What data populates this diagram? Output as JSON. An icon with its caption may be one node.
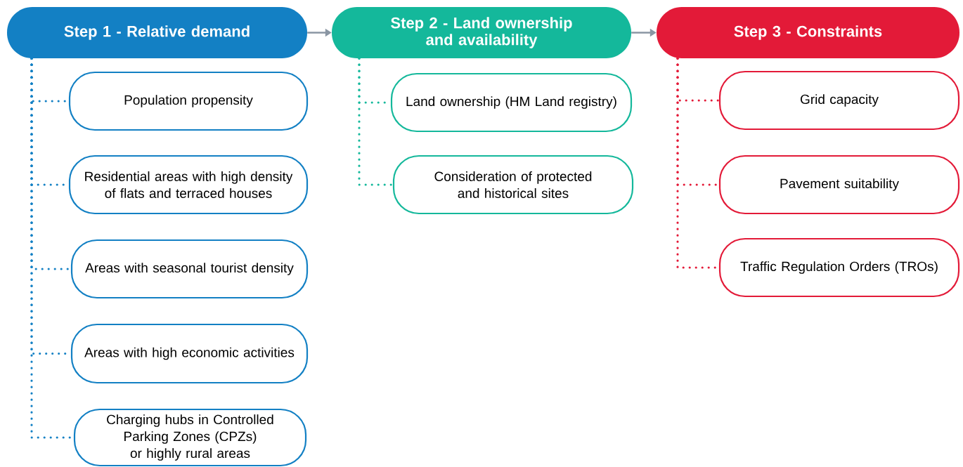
{
  "diagram": {
    "nodes": [
      {
        "text": [
          "Step 1 - Relative demand"
        ]
      },
      {
        "text": [
          "Step 2 - Land ownership and availability"
        ]
      },
      {
        "text": [
          "Step 3 - Constraints"
        ]
      },
      {
        "text": [
          "Population propensity"
        ]
      },
      {
        "text": [
          "Residential areas with high density of flats and terraced houses"
        ]
      },
      {
        "text": [
          "Areas with seasonal tourist density"
        ]
      },
      {
        "text": [
          "Areas with high economic activities"
        ]
      },
      {
        "text": [
          "Charging hubs in Controlled Parking Zones (CPZs) or highly rural areas"
        ]
      },
      {
        "text": [
          "Land ownership (HM Land registry)"
        ]
      },
      {
        "text": [
          "Consideration of protected and historical sites"
        ]
      },
      {
        "text": [
          "Grid capacity"
        ]
      },
      {
        "text": [
          "Pavement suitability"
        ]
      },
      {
        "text": [
          "Traffic Regulation Orders (TROs)"
        ]
      }
    ],
    "edges": [
      {
        "from": 0,
        "to": 1,
        "arrow": "to",
        "color": "#8a96a3"
      },
      {
        "from": 1,
        "to": 2,
        "arrow": "to",
        "color": "#8a96a3"
      },
      {
        "from": 0,
        "to": 3,
        "arrow": "none",
        "style": "dashed",
        "color": "#1380c4"
      },
      {
        "from": 0,
        "to": 4,
        "arrow": "none",
        "style": "dashed",
        "color": "#1380c4"
      },
      {
        "from": 0,
        "to": 5,
        "arrow": "none",
        "style": "dashed",
        "color": "#1380c4"
      },
      {
        "from": 0,
        "to": 6,
        "arrow": "none",
        "style": "dashed",
        "color": "#1380c4"
      },
      {
        "from": 0,
        "to": 7,
        "arrow": "none",
        "style": "dashed",
        "color": "#1380c4"
      },
      {
        "from": 1,
        "to": 8,
        "arrow": "none",
        "style": "dashed",
        "color": "#14b89b"
      },
      {
        "from": 1,
        "to": 9,
        "arrow": "none",
        "style": "dashed",
        "color": "#14b89b"
      },
      {
        "from": 2,
        "to": 10,
        "arrow": "none",
        "style": "dashed",
        "color": "#e31a38"
      },
      {
        "from": 2,
        "to": 11,
        "arrow": "none",
        "style": "dashed",
        "color": "#e31a38"
      },
      {
        "from": 2,
        "to": 12,
        "arrow": "none",
        "style": "dashed",
        "color": "#e31a38"
      }
    ]
  }
}
